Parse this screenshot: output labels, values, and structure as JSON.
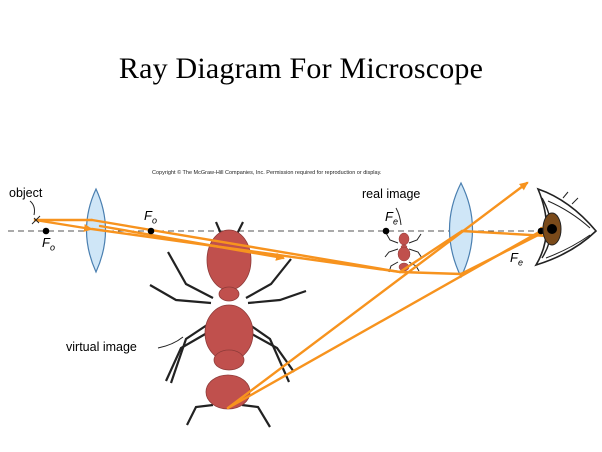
{
  "title": "Ray Diagram For Microscope",
  "copyright": "Copyright © The McGraw-Hill Companies, Inc. Permission required for reproduction or display.",
  "labels": {
    "object": "object",
    "real_image": "real image",
    "virtual_image": "virtual image"
  },
  "focal_points": {
    "objective_left": {
      "main": "F",
      "sub": "o"
    },
    "objective_right": {
      "main": "F",
      "sub": "o"
    },
    "eyepiece_left": {
      "main": "F",
      "sub": "e"
    },
    "eyepiece_right": {
      "main": "F",
      "sub": "e"
    }
  },
  "colors": {
    "ray": "#f7931e",
    "lens_fill": "#cfe6f7",
    "lens_stroke": "#4a7fb0",
    "ant": "#c0504d",
    "ant_dark": "#8e3b39",
    "axis": "#555555",
    "dot": "#000000"
  }
}
